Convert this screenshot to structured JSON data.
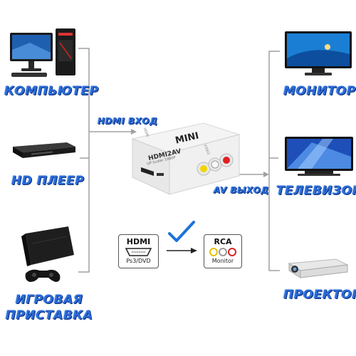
{
  "labels": {
    "computer": "КОМПЬЮТЕР",
    "hd_player": "HD ПЛЕЕР",
    "game_console_line1": "ИГРОВАЯ",
    "game_console_line2": "ПРИСТАВКА",
    "monitor": "МОНИТОР",
    "tv": "ТЕЛЕВИЗОР",
    "projector": "ПРОЕКТОР",
    "hdmi_in": "HDMI ВХОД",
    "av_out": "AV ВЫХОД"
  },
  "adapter": {
    "brand": "MINI",
    "model": "HDMI2AV",
    "subtitle": "UP Scaler 1080P",
    "side_left": "HDMI",
    "side_right": "VIDEO"
  },
  "legend": {
    "hdmi_title": "HDMI",
    "hdmi_sub": "Ps3/DVD",
    "rca_title": "RCA",
    "rca_sub": "Monitor"
  },
  "colors": {
    "label_blue": "#2a6bd6",
    "line_gray": "#9a9a9a",
    "check_blue": "#1e73d8"
  }
}
